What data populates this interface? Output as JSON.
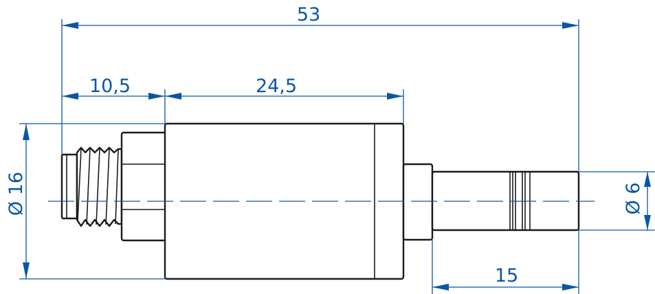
{
  "dimensions": {
    "overall_length": "53",
    "thread_length": "10,5",
    "body_length": "24,5",
    "body_diameter": "Ø 16",
    "shaft_diameter": "Ø 6",
    "shaft_length": "15"
  },
  "colors": {
    "dimension": "#0a56a4",
    "outline": "#1a1a1a"
  }
}
